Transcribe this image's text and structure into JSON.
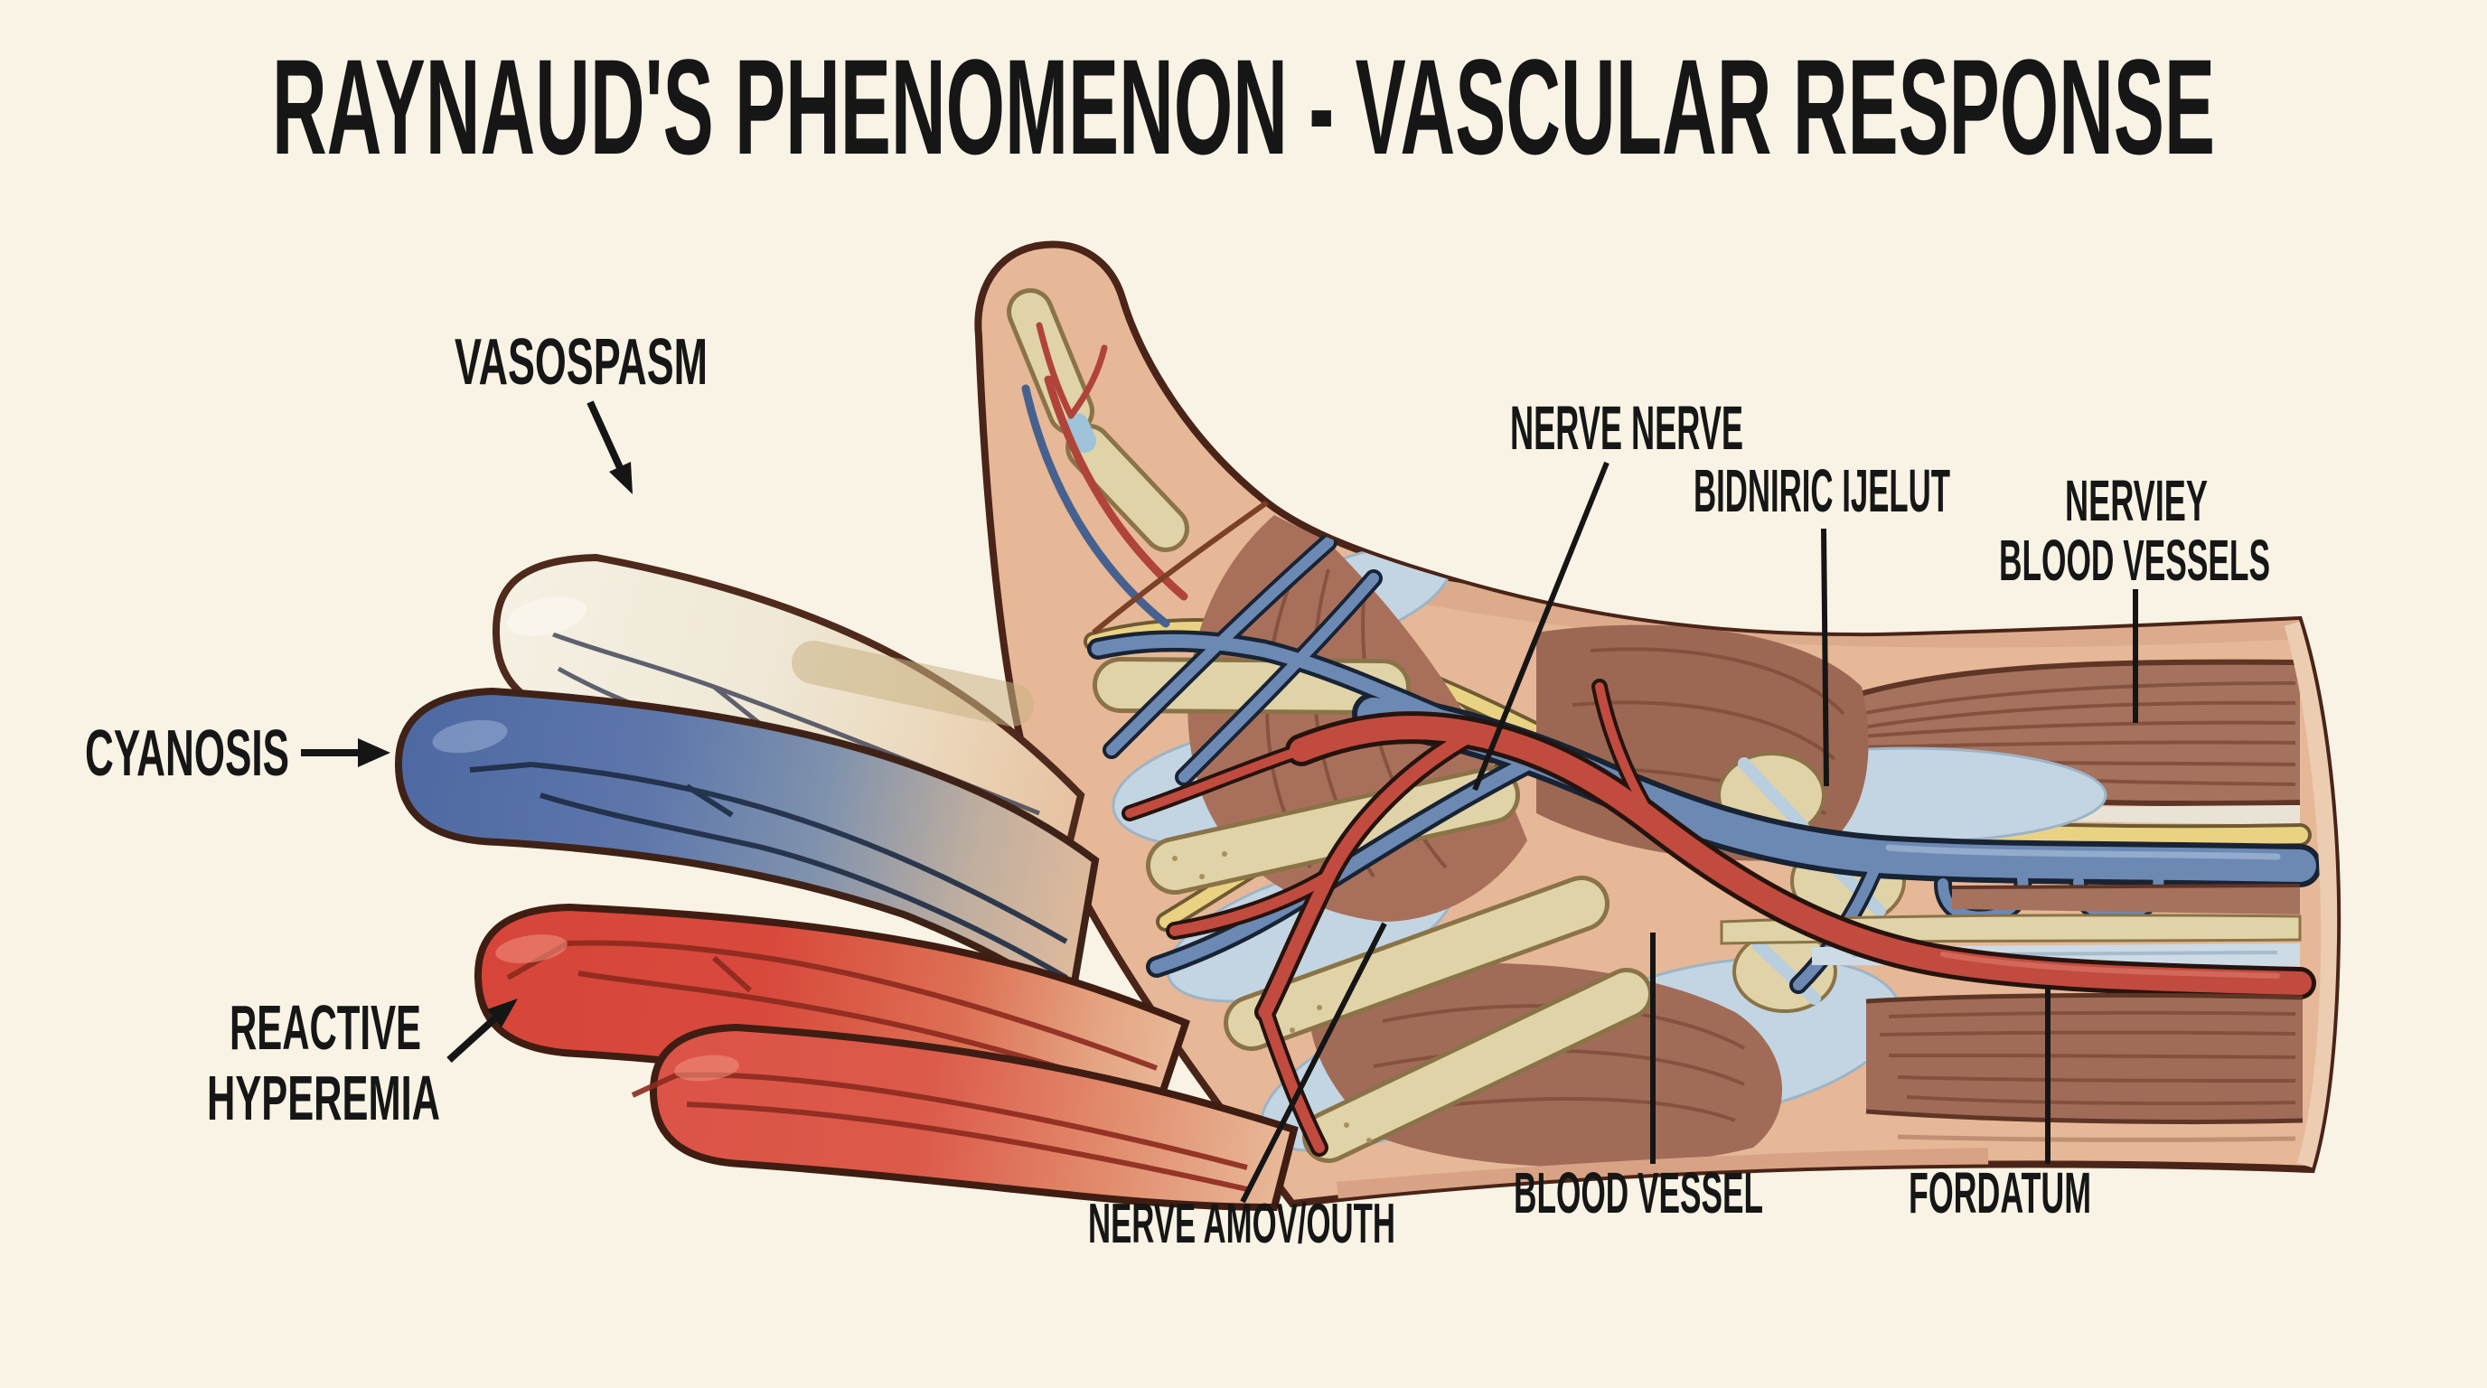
{
  "title": "RAYNAUD'S PHENOMENON - VASCULAR RESPONSE",
  "labels": {
    "vasospasm": "VASOSPASM",
    "cyanosis": "CYANOSIS",
    "reactive": "REACTIVE",
    "hyperemia": "HYPEREMIA",
    "nerve_nerve": "NERVE NERVE",
    "bidniric_ijelut": "BIDNIRIC IJELUT",
    "nerviey": "NERVIEY",
    "nerviey_blood_vessels": "BLOOD VESSELS",
    "nerve_amovouth": "NERVE AMOV/OUTH",
    "blood_vessel": "BLOOD VESSEL",
    "fordatum": "FORDATUM"
  },
  "colors": {
    "background": "#f8f3e4",
    "text": "#161616",
    "leader": "#151515",
    "skin": "#e6b897",
    "skin_shade": "#d8a284",
    "outline": "#4a2418",
    "finger_vasospasm": "#f2ecdf",
    "finger_cyanosis": "#5570a5",
    "finger_hyperemia": "#d8473b",
    "bone": "#e0d3a8",
    "muscle": "#a5725e",
    "muscle_streak": "#7c4a38",
    "fascia": "#c3d5e2",
    "nerve": "#ead283",
    "vein": "#6c89b4",
    "artery": "#c14b3f"
  }
}
